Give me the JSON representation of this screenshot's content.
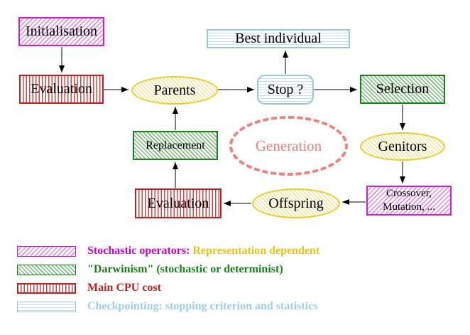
{
  "diagram": {
    "nodes": {
      "initialisation": "Initialisation",
      "evaluation_top": "Evaluation",
      "parents": "Parents",
      "best_individual": "Best individual",
      "stop": "Stop ?",
      "selection": "Selection",
      "replacement": "Replacement",
      "generation": "Generation",
      "genitors": "Genitors",
      "crossover": {
        "line1": "Crossover,",
        "line2": "Mutation, ..."
      },
      "evaluation_bottom": "Evaluation",
      "offspring": "Offspring"
    }
  },
  "legend": {
    "stochastic": {
      "swatch": "magenta-diagonal-hatch",
      "label_primary": "Stochastic operators:",
      "label_secondary": "Representation dependent"
    },
    "darwinism": {
      "swatch": "green-diagonal-hatch",
      "label": "\"Darwinism\" (stochastic or determinist)"
    },
    "cpu": {
      "swatch": "red-vertical-stripes",
      "label": "Main CPU cost"
    },
    "checkpointing": {
      "swatch": "cyan-horizontal-stripes",
      "label": "Checkpointing: stopping criterion and statistics"
    }
  },
  "colors": {
    "stochastic_magenta": "#cc00cc",
    "representation_gold": "#e9c414",
    "darwinism_green": "#1e7d1e",
    "cpu_red": "#bb2222",
    "checkpoint_cyan": "#9fcede",
    "generation_salmon": "#f08080",
    "node_yellow_border": "#e3cf2e",
    "arrow_black": "#000000"
  }
}
